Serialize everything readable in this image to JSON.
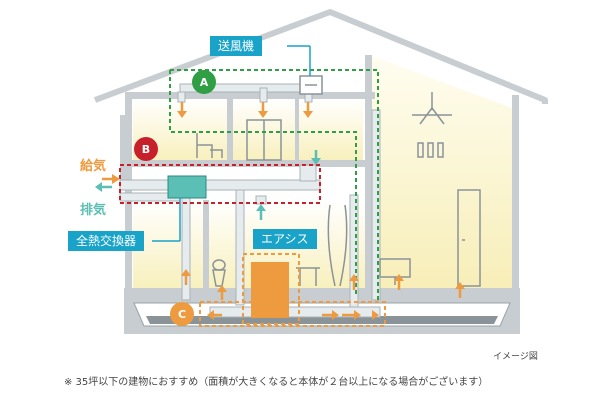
{
  "labels": {
    "blower": "送風機",
    "supply": "給気",
    "exhaust": "排気",
    "exchanger": "全熱交換器",
    "aircis": "エアシス"
  },
  "markers": {
    "a": "A",
    "b": "B",
    "c": "C"
  },
  "caption": "イメージ図",
  "footnote": "※ 35坪以下の建物におすすめ（面積が大きくなると本体が２台以上になる場合がございます）",
  "colors": {
    "room_fill": "#fbf5cf",
    "wall": "#c7cdd1",
    "tag_blue": "#19a3c9",
    "marker_green": "#2f9e44",
    "marker_red": "#c8202a",
    "marker_orange": "#ee9a3f",
    "arrow_orange": "#ee9a3f",
    "arrow_teal": "#5bbfb5",
    "duct": "#dfe5e8"
  }
}
